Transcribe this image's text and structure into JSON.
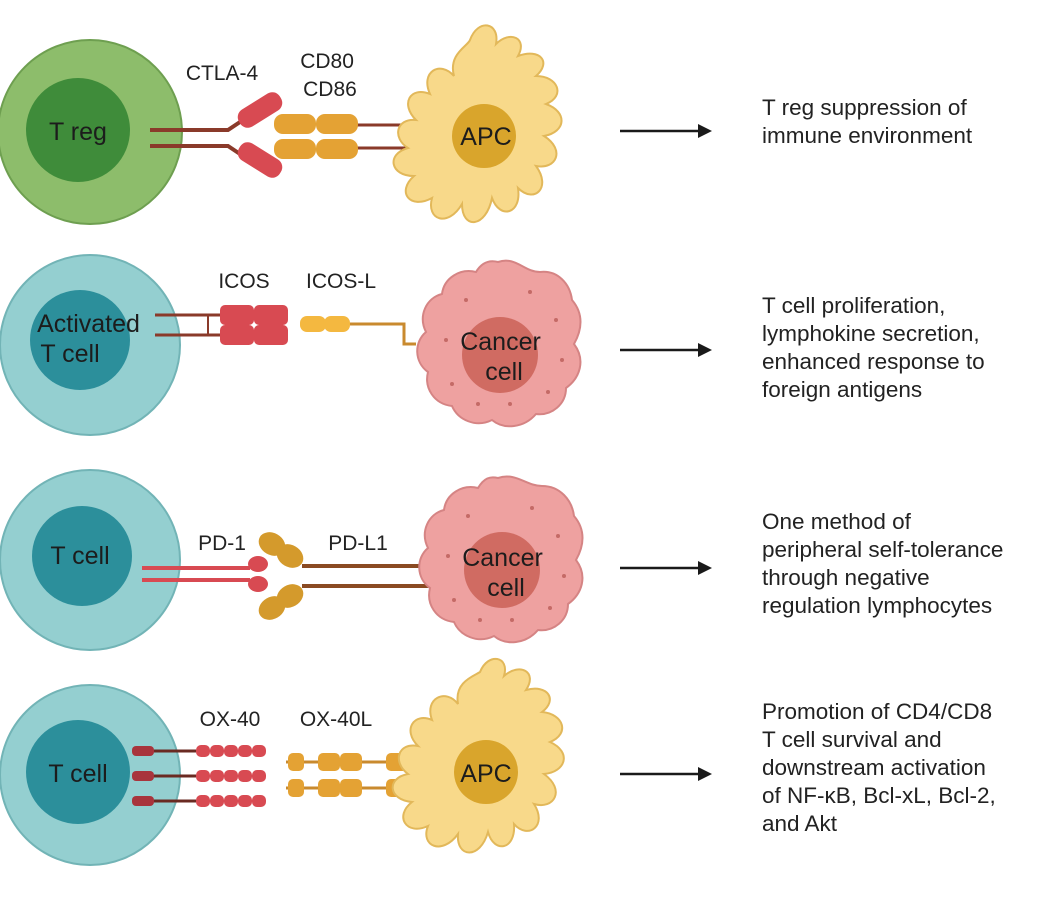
{
  "rows": [
    {
      "cell_label": [
        "T reg"
      ],
      "receptor": "CTLA-4",
      "ligand": [
        "CD80",
        "CD86"
      ],
      "partner_label": [
        "APC"
      ],
      "outcome": [
        "T reg suppression of",
        "immune environment"
      ]
    },
    {
      "cell_label": [
        "Activated",
        "T cell"
      ],
      "receptor": "ICOS",
      "ligand": [
        "ICOS-L"
      ],
      "partner_label": [
        "Cancer",
        "cell"
      ],
      "outcome": [
        "T cell proliferation,",
        "lymphokine secretion,",
        "enhanced response to",
        "foreign antigens"
      ]
    },
    {
      "cell_label": [
        "T cell"
      ],
      "receptor": "PD-1",
      "ligand": [
        "PD-L1"
      ],
      "partner_label": [
        "Cancer",
        "cell"
      ],
      "outcome": [
        "One method of",
        "peripheral self-tolerance",
        "through negative",
        "regulation lymphocytes"
      ]
    },
    {
      "cell_label": [
        "T cell"
      ],
      "receptor": "OX-40",
      "ligand": [
        "OX-40L"
      ],
      "partner_label": [
        "APC"
      ],
      "outcome": [
        "Promotion of CD4/CD8",
        "T cell survival and",
        "downstream activation",
        "of NF-κB, Bcl-xL, Bcl-2,",
        "and Akt"
      ]
    }
  ],
  "colors": {
    "treg_outer": "#8dbd6b",
    "treg_inner": "#3f8c3a",
    "tcell_outer": "#94cfd0",
    "tcell_inner": "#2c8f9b",
    "apc_body": "#f8d98a",
    "apc_nucleus": "#d9a52c",
    "cancer_body": "#eea1a0",
    "cancer_nucleus": "#d06b62",
    "receptor_red": "#d84a52",
    "ligand_orange": "#e4a234",
    "stalk_dark": "#8a3a2a",
    "arrow": "#1a1a1a"
  },
  "icons": [
    "arrow-right-icon"
  ]
}
